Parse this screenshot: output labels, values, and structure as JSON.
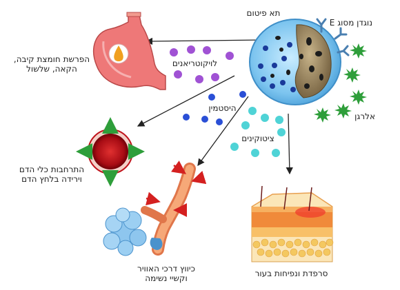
{
  "labels": {
    "mast_cell": "תא פיטום",
    "ige_antibody": "נוגדן מסוג E",
    "allergen": "אלרגן",
    "leukotrienes": "לויקוטריאנים",
    "histamine": "היסטמין",
    "cytokines": "ציטוקינים",
    "stomach_line1": "הפרשת חומצת קיבה,",
    "stomach_line2": "הקאה, שלשול",
    "vessel_line1": "התרחבות כלי הדם",
    "vessel_line2": "וירידה בלחץ הדם",
    "airway_line1": "כיווץ דרכי האוויר",
    "airway_line2": "וקשיי נשימה",
    "skin": "סרפדת ונפיחות בעור"
  },
  "colors": {
    "leukotriene_dot": "#a052d4",
    "histamine_dot": "#2a4fd6",
    "cytokine_dot": "#4fd3d6",
    "allergen": "#2e9e3a",
    "antibody": "#4a7fb0",
    "mast_cell": "#6fb7e8",
    "stomach": "#e86a6a",
    "vessel": "#c0141c",
    "airway": "#f08a5a",
    "lung": "#8ec6ee",
    "skin_top": "#f0a040",
    "arrow": "#222222"
  }
}
